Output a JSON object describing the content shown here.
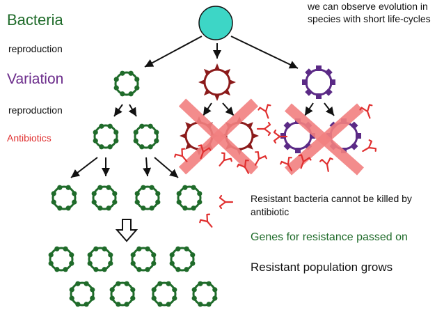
{
  "diagram": {
    "title": "Bacteria",
    "step_reproduction_1": "reproduction",
    "variation": "Variation",
    "step_reproduction_2": "reproduction",
    "antibiotics": "Antibiotics",
    "evolution_note": "we can observe evolution in species with short life-cycles",
    "resistant_note": "Resistant bacteria cannot be killed by antibiotic",
    "genes_note": "Genes for resistance passed on",
    "population_note": "Resistant population grows"
  },
  "colors": {
    "parent": "#3dd6c6",
    "green": "#1f6b2a",
    "red_variant": "#8b1a1a",
    "purple_variant": "#5b2a86",
    "antibiotic": "#e03030",
    "cross": "#f28080"
  }
}
